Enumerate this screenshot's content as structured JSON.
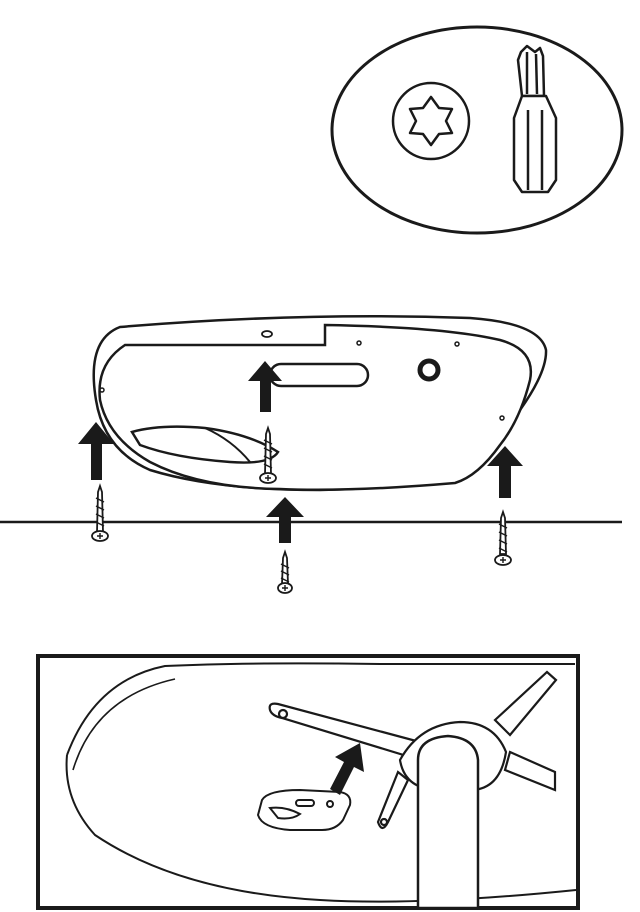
{
  "diagram": {
    "type": "assembly-instructions",
    "step_count": 3,
    "icons": {
      "detail_callout": "torx-bit-icon",
      "screw": "screw-icon",
      "arrow": "up-arrow-icon"
    },
    "screws": {
      "count": 4
    },
    "arrows": {
      "count": 5
    },
    "colors": {
      "ink": "#1a1a1a",
      "paper": "#ffffff"
    }
  }
}
